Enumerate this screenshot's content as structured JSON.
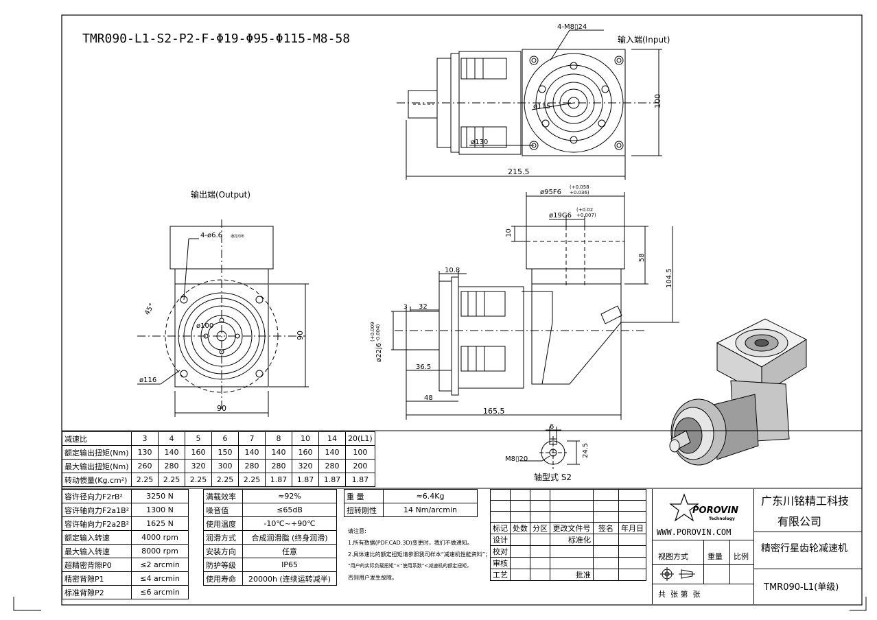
{
  "model_title": "TMR090-L1-S2-P2-F-Φ19-Φ95-Φ115-M8-58",
  "top_view": {
    "label_input": "输入端(Input)",
    "bolt": "4-M8▯24",
    "dia115": "ø115",
    "dia130": "ø130",
    "dim100": "100",
    "dim215": "215.5"
  },
  "output_view": {
    "label_output": "输出端(Output)",
    "holes": "4-ø6.6",
    "holes_note": "通孔均布",
    "angle": "45°",
    "dia100": "ø100",
    "dia116": "ø116",
    "dim90_v": "90",
    "dim90_h": "90"
  },
  "side_view": {
    "fit95": "ø95F6",
    "fit95_tol_up": "(+0.058",
    "fit95_tol_lo": "+0.036)",
    "fit19": "ø19G6",
    "fit19_tol_up": "(+0.02",
    "fit19_tol_lo": "+0.007)",
    "d10": "10",
    "d58": "58",
    "d104": "104.5",
    "d108": "10.8",
    "d3": "3",
    "d32": "32",
    "shaft": "ø22j6",
    "shaft_tol_up": "(+0.009",
    "shaft_tol_lo": "-0.004)",
    "d365": "36.5",
    "d48": "48",
    "d1655": "165.5"
  },
  "shaft_detail": {
    "d6": "6",
    "d245": "24.5",
    "thread": "M8▯20",
    "label": "轴型式 S2"
  },
  "ratio_table": {
    "rows": [
      [
        "减速比",
        "3",
        "4",
        "5",
        "6",
        "7",
        "8",
        "10",
        "14",
        "20(L1)"
      ],
      [
        "额定输出扭矩(Nm)",
        "130",
        "140",
        "160",
        "150",
        "140",
        "140",
        "160",
        "140",
        "100"
      ],
      [
        "最大输出扭矩(Nm)",
        "260",
        "280",
        "320",
        "300",
        "280",
        "280",
        "320",
        "280",
        "200"
      ],
      [
        "转动惯量(Kg.cm²)",
        "2.25",
        "2.25",
        "2.25",
        "2.25",
        "2.25",
        "1.87",
        "1.87",
        "1.87",
        "1.87"
      ]
    ]
  },
  "spec_left": [
    [
      "容许径向力F2rB²",
      "3250 N"
    ],
    [
      "容许轴向力F2a1B²",
      "1300 N"
    ],
    [
      "容许轴向力F2a2B²",
      "1625 N"
    ],
    [
      "额定输入转速",
      "4000 rpm"
    ],
    [
      "最大输入转速",
      "8000 rpm"
    ],
    [
      "超精密背隙P0",
      "≤2 arcmin"
    ],
    [
      "精密背隙P1",
      "≤4 arcmin"
    ],
    [
      "标准背隙P2",
      "≤6 arcmin"
    ]
  ],
  "spec_mid": [
    [
      "满载效率",
      "≈92%"
    ],
    [
      "噪音值",
      "≤65dB"
    ],
    [
      "使用温度",
      "-10℃~+90℃"
    ],
    [
      "润滑方式",
      "合成润滑脂 (终身润滑)"
    ],
    [
      "安装方向",
      "任意"
    ],
    [
      "防护等级",
      "IP65"
    ],
    [
      "使用寿命",
      "20000h (连续运转减半)"
    ]
  ],
  "spec_right": [
    [
      "重 量",
      "≈6.4Kg"
    ],
    [
      "扭转刚性",
      "14 Nm/arcmin"
    ]
  ],
  "notes": {
    "title": "请注意:",
    "n1": "1.所有数据(PDF.CAD.3D)变更时，我们不做通知。",
    "n2": "2.具体速比的额定扭矩请参照我司样本“减速机性能资料”；",
    "n3": "“用户的实际负载扭矩”×“使用系数”<减速机的额定扭矩，",
    "n4": "否则用户发生故障。"
  },
  "revision_block": {
    "h1": "标记",
    "h2": "处数",
    "h3": "分区",
    "h4": "更改文件号",
    "h5": "签名",
    "h6": "年月日",
    "design": "设计",
    "std": "标准化",
    "check": "校对",
    "review": "审核",
    "process": "工艺",
    "approve": "批准"
  },
  "title_block": {
    "brand": "POROVIN",
    "brand_sub": "Technology",
    "website": "WWW.POROVIN.COM",
    "view_method": "视图方式",
    "weight": "重量",
    "scale": "比例",
    "sheets": "共  张 第  张",
    "company_line1": "广东川铭精工科技",
    "company_line2": "有限公司",
    "product_name": "精密行星齿轮减速机",
    "drawing_no": "TMR090-L1(单级)"
  }
}
